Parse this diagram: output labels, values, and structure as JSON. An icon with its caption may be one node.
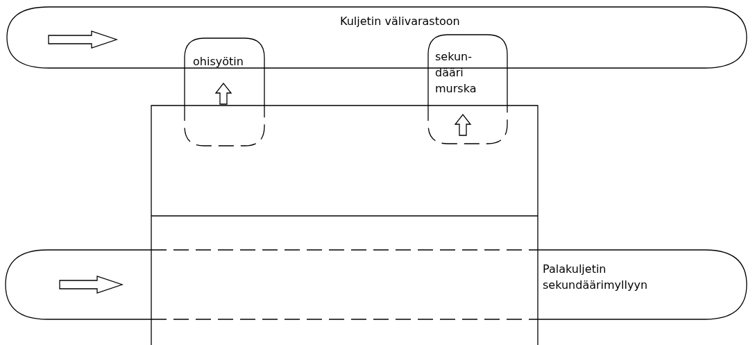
{
  "diagram": {
    "nodes": [
      {
        "text": [
          "Kuljetin välivarastoon"
        ]
      },
      {
        "text": [
          "ohisyötin"
        ]
      },
      {
        "text": [
          "sekun- dääri murska"
        ]
      },
      {
        "text": [],
        "shape": "box"
      },
      {
        "text": [
          "Palakuljetin sekundäärimyllyyn"
        ]
      }
    ],
    "edges": []
  }
}
